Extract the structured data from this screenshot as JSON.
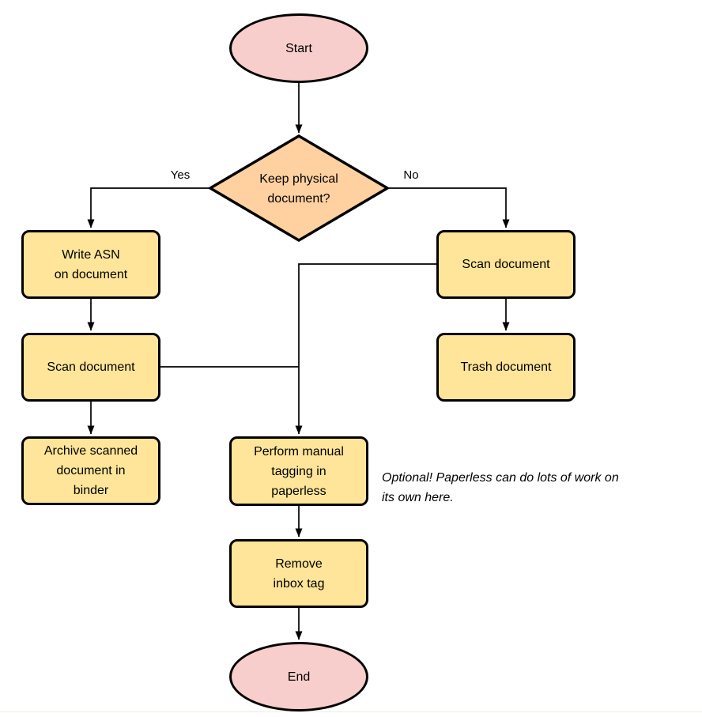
{
  "diagram": {
    "nodes": {
      "start": {
        "label": "Start"
      },
      "decision": {
        "label": "Keep physical\ndocument?"
      },
      "write_asn": {
        "label": "Write ASN\non document"
      },
      "scan_left": {
        "label": "Scan document"
      },
      "archive": {
        "label": "Archive scanned\ndocument in\nbinder"
      },
      "scan_right": {
        "label": "Scan document"
      },
      "trash": {
        "label": "Trash document"
      },
      "tagging": {
        "label": "Perform manual\ntagging in\npaperless"
      },
      "remove_inbox": {
        "label": "Remove\ninbox tag"
      },
      "end": {
        "label": "End"
      }
    },
    "edge_labels": {
      "yes": "Yes",
      "no": "No"
    },
    "note": "Optional! Paperless can do lots of work on\nits own here.",
    "colors": {
      "terminal_fill": "#f8cecc",
      "decision_fill": "#ffd1a1",
      "process_fill": "#ffe599",
      "stroke": "#000000"
    }
  }
}
